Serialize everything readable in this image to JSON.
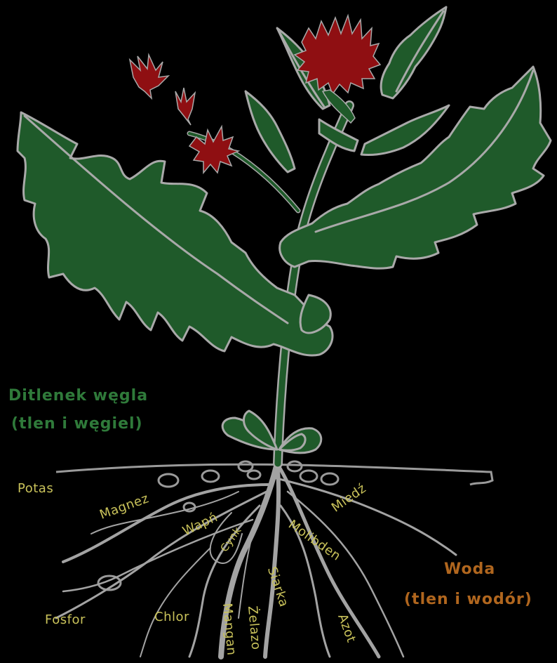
{
  "labels": {
    "co2_line1": "Ditlenek węgla",
    "co2_line2": "(tlen i węgiel)",
    "water_line1": "Woda",
    "water_line2": "(tlen i wodór)"
  },
  "nutrients": {
    "potas": "Potas",
    "magnez": "Magnez",
    "wapn": "Wapń",
    "cynk": "Cynk",
    "molibden": "Molibden",
    "miedz": "Miedź",
    "siarka": "Siarka",
    "zelazo": "Żelazo",
    "mangan": "Mangan",
    "azot": "Azot",
    "chlor": "Chlor",
    "fosfor": "Fosfor"
  },
  "colors": {
    "background": "#000000",
    "leaf": "#1f5a2a",
    "outline": "#a9a9a9",
    "flower": "#8f0f12",
    "nutrient_text": "#c9c25a",
    "co2_text": "#2f7a3a",
    "water_text": "#b0661e"
  }
}
